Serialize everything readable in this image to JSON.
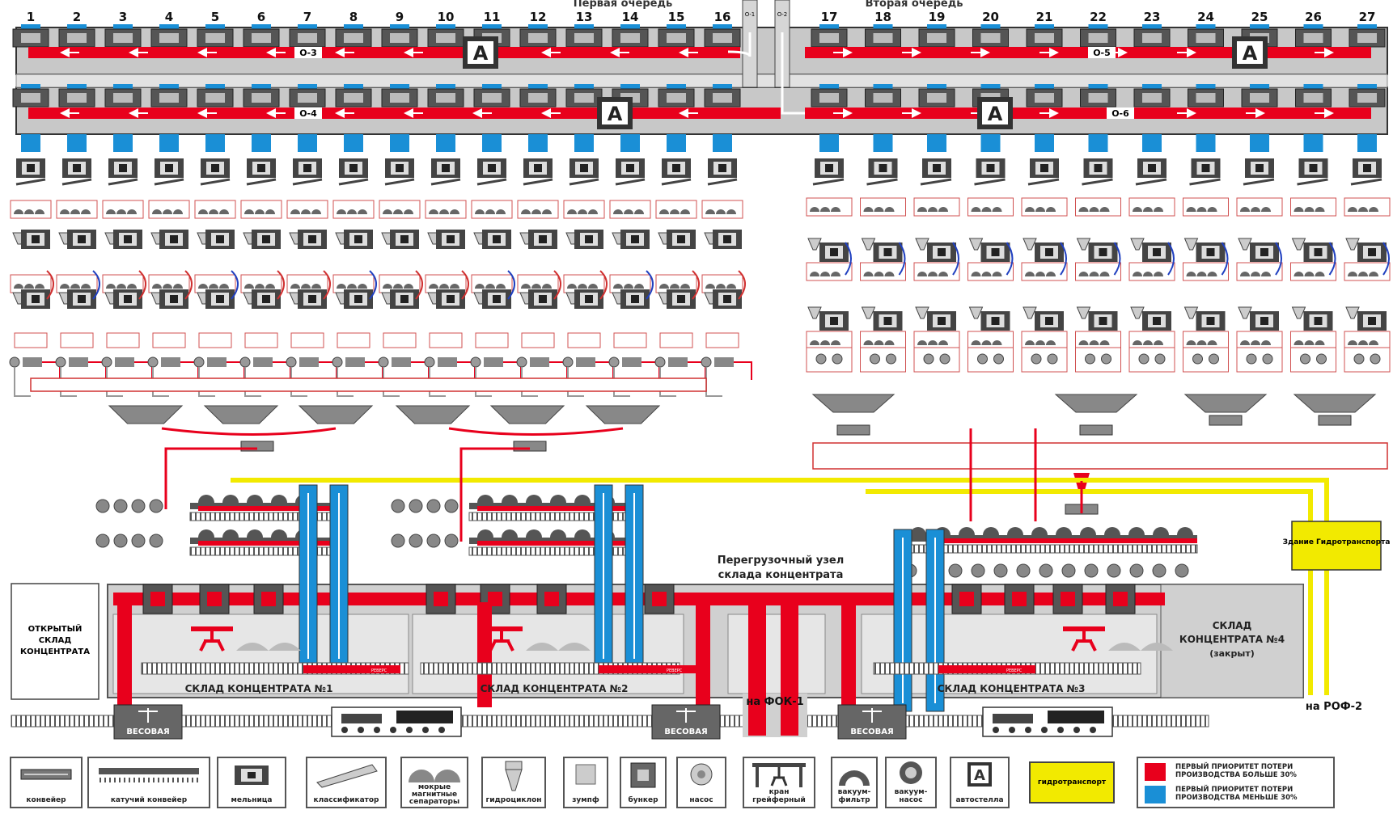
{
  "colors": {
    "priority_high": "#e8001c",
    "priority_low": "#1a8fd6",
    "hydro": "#f2ea00",
    "frame": "#c8c8c8",
    "dark": "#3a3a3a"
  },
  "header": {
    "section_numbers": [
      "1",
      "2",
      "3",
      "4",
      "5",
      "6",
      "7",
      "8",
      "9",
      "10",
      "11",
      "12",
      "13",
      "14",
      "15",
      "16",
      "17",
      "18",
      "19",
      "20",
      "21",
      "22",
      "23",
      "24",
      "25",
      "26",
      "27"
    ],
    "queue_first": "Первая очередь",
    "queue_second": "Вторая очередь",
    "o1": "О-1",
    "o2": "О-2"
  },
  "conveyors": {
    "o3": "О-3",
    "o4": "О-4",
    "o5": "О-5",
    "o6": "О-6",
    "a_marker": "А"
  },
  "hydro_building": "Здание Гидротранспорта",
  "transfer_node": {
    "line1": "Перегрузочный узел",
    "line2": "склада концентрата"
  },
  "open_store": {
    "line1": "ОТКРЫТЫЙ",
    "line2": "СКЛАД",
    "line3": "КОНЦЕНТРАТА"
  },
  "stores": {
    "s1": "СКЛАД КОНЦЕНТРАТА №1",
    "s2": "СКЛАД КОНЦЕНТРАТА №2",
    "s3": "СКЛАД КОНЦЕНТРАТА №3"
  },
  "store4": {
    "line1": "СКЛАД",
    "line2": "КОНЦЕНТРАТА №4",
    "line3": "(закрыт)"
  },
  "weigh": "ВЕСОВАЯ",
  "to_fok": "на ФОК-1",
  "to_rof": "на РОФ-2",
  "reverse": "РЕВЕРС",
  "legend": {
    "conveyor": "конвейер",
    "mobile_conveyor": "катучий конвейер",
    "mill": "мельница",
    "classifier": "классификатор",
    "wet_sep1": "мокрые",
    "wet_sep2": "магнитные",
    "wet_sep3": "сепараторы",
    "hydrocyclone": "гидроциклон",
    "sump": "зумпф",
    "bunker": "бункер",
    "pump": "насос",
    "crane1": "кран",
    "crane2": "грейферный",
    "vacfilter1": "вакуум-",
    "vacfilter2": "фильтр",
    "vacpump1": "вакуум-",
    "vacpump2": "насос",
    "stacker": "автостелла",
    "hydrotransport": "гидротранспорт",
    "prio_high1": "ПЕРВЫЙ ПРИОРИТЕТ ПОТЕРИ",
    "prio_high2": "ПРОИЗВОДСТВА БОЛЬШЕ 30%",
    "prio_low1": "ПЕРВЫЙ ПРИОРИТЕТ ПОТЕРИ",
    "prio_low2": "ПРОИЗВОДСТВА МЕНЬШЕ 30%"
  }
}
